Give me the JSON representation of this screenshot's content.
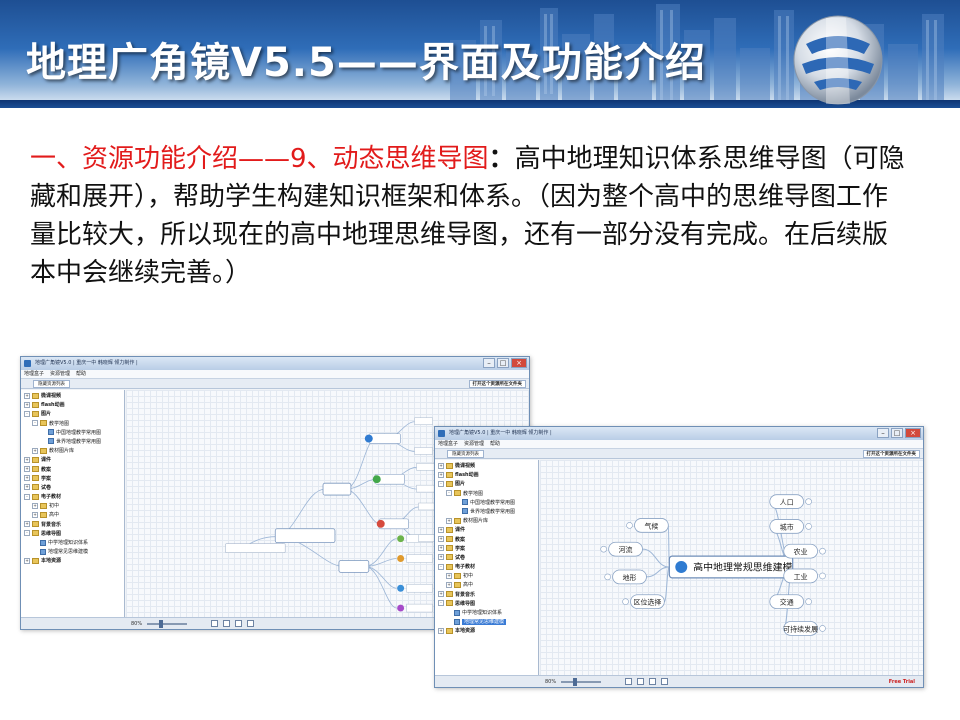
{
  "slide": {
    "title": "地理广角镜V5.5——界面及功能介绍"
  },
  "body": {
    "highlight": "一、资源功能介绍——9、动态思维导图",
    "colon": "：",
    "text": "高中地理知识体系思维导图（可隐藏和展开），帮助学生构建知识框架和体系。（因为整个高中的思维导图工作量比较大，所以现在的高中地理思维导图，还有一部分没有完成。在后续版本中会继续完善。）"
  },
  "window_a": {
    "title": "地理广角镜V5.0 | 重庆一中 韩晓辉 倾力制作 |",
    "menu": [
      "地理盒子",
      "资源管理",
      "帮助"
    ],
    "tab": "隐藏资源列表",
    "open_folder": "打开这个资源所在文件夹",
    "tree": [
      {
        "label": "微课视频",
        "level": 0,
        "toggle": "+",
        "bold": true
      },
      {
        "label": "flash动画",
        "level": 0,
        "toggle": "+",
        "bold": true
      },
      {
        "label": "图片",
        "level": 0,
        "toggle": "-",
        "bold": true
      },
      {
        "label": "教学地图",
        "level": 1,
        "toggle": "-",
        "bold": false
      },
      {
        "label": "中国地理教学常用图",
        "level": 2,
        "toggle": "",
        "bold": false
      },
      {
        "label": "世界地理教学常用图",
        "level": 2,
        "toggle": "",
        "bold": false
      },
      {
        "label": "教材图片库",
        "level": 1,
        "toggle": "+",
        "bold": false
      },
      {
        "label": "课件",
        "level": 0,
        "toggle": "+",
        "bold": true
      },
      {
        "label": "教案",
        "level": 0,
        "toggle": "+",
        "bold": true
      },
      {
        "label": "学案",
        "level": 0,
        "toggle": "+",
        "bold": true
      },
      {
        "label": "试卷",
        "level": 0,
        "toggle": "+",
        "bold": true
      },
      {
        "label": "电子教材",
        "level": 0,
        "toggle": "-",
        "bold": true
      },
      {
        "label": "初中",
        "level": 1,
        "toggle": "+",
        "bold": false
      },
      {
        "label": "高中",
        "level": 1,
        "toggle": "+",
        "bold": false
      },
      {
        "label": "背景音乐",
        "level": 0,
        "toggle": "+",
        "bold": true
      },
      {
        "label": "思维导图",
        "level": 0,
        "toggle": "-",
        "bold": true
      },
      {
        "label": "中学地理知识体系",
        "level": 1,
        "toggle": "",
        "bold": false
      },
      {
        "label": "地理常见思维建模",
        "level": 1,
        "toggle": "",
        "bold": false
      },
      {
        "label": "本地资源",
        "level": 0,
        "toggle": "+",
        "bold": true
      }
    ],
    "zoom": "80%"
  },
  "window_b": {
    "title": "地理广角镜V5.0 | 重庆一中 韩晓辉 倾力制作 |",
    "menu": [
      "地理盒子",
      "资源管理",
      "帮助"
    ],
    "tab": "隐藏资源列表",
    "open_folder": "打开这个资源所在文件夹",
    "tree": [
      {
        "label": "微课视频",
        "level": 0,
        "toggle": "+",
        "bold": true
      },
      {
        "label": "flash动画",
        "level": 0,
        "toggle": "+",
        "bold": true
      },
      {
        "label": "图片",
        "level": 0,
        "toggle": "-",
        "bold": true
      },
      {
        "label": "教学地图",
        "level": 1,
        "toggle": "-",
        "bold": false
      },
      {
        "label": "中国地理教学常用图",
        "level": 2,
        "toggle": "",
        "bold": false
      },
      {
        "label": "世界地理教学常用图",
        "level": 2,
        "toggle": "",
        "bold": false
      },
      {
        "label": "教材图片库",
        "level": 1,
        "toggle": "+",
        "bold": false
      },
      {
        "label": "课件",
        "level": 0,
        "toggle": "+",
        "bold": true
      },
      {
        "label": "教案",
        "level": 0,
        "toggle": "+",
        "bold": true
      },
      {
        "label": "学案",
        "level": 0,
        "toggle": "+",
        "bold": true
      },
      {
        "label": "试卷",
        "level": 0,
        "toggle": "+",
        "bold": true
      },
      {
        "label": "电子教材",
        "level": 0,
        "toggle": "-",
        "bold": true
      },
      {
        "label": "初中",
        "level": 1,
        "toggle": "+",
        "bold": false
      },
      {
        "label": "高中",
        "level": 1,
        "toggle": "+",
        "bold": false
      },
      {
        "label": "背景音乐",
        "level": 0,
        "toggle": "+",
        "bold": true
      },
      {
        "label": "思维导图",
        "level": 0,
        "toggle": "-",
        "bold": true
      },
      {
        "label": "中学地理知识体系",
        "level": 1,
        "toggle": "",
        "bold": false
      },
      {
        "label": "地理常见思维建模",
        "level": 1,
        "toggle": "",
        "bold": false,
        "selected": true
      },
      {
        "label": "本地资源",
        "level": 0,
        "toggle": "+",
        "bold": true
      }
    ],
    "mindmap": {
      "center": "高中地理常规思维建模",
      "left_nodes": [
        "气候",
        "河流",
        "地形",
        "区位选择"
      ],
      "right_nodes": [
        "人口",
        "城市",
        "农业",
        "工业",
        "交通",
        "可持续发展"
      ]
    },
    "zoom": "80%",
    "brand": "Free Trial"
  }
}
